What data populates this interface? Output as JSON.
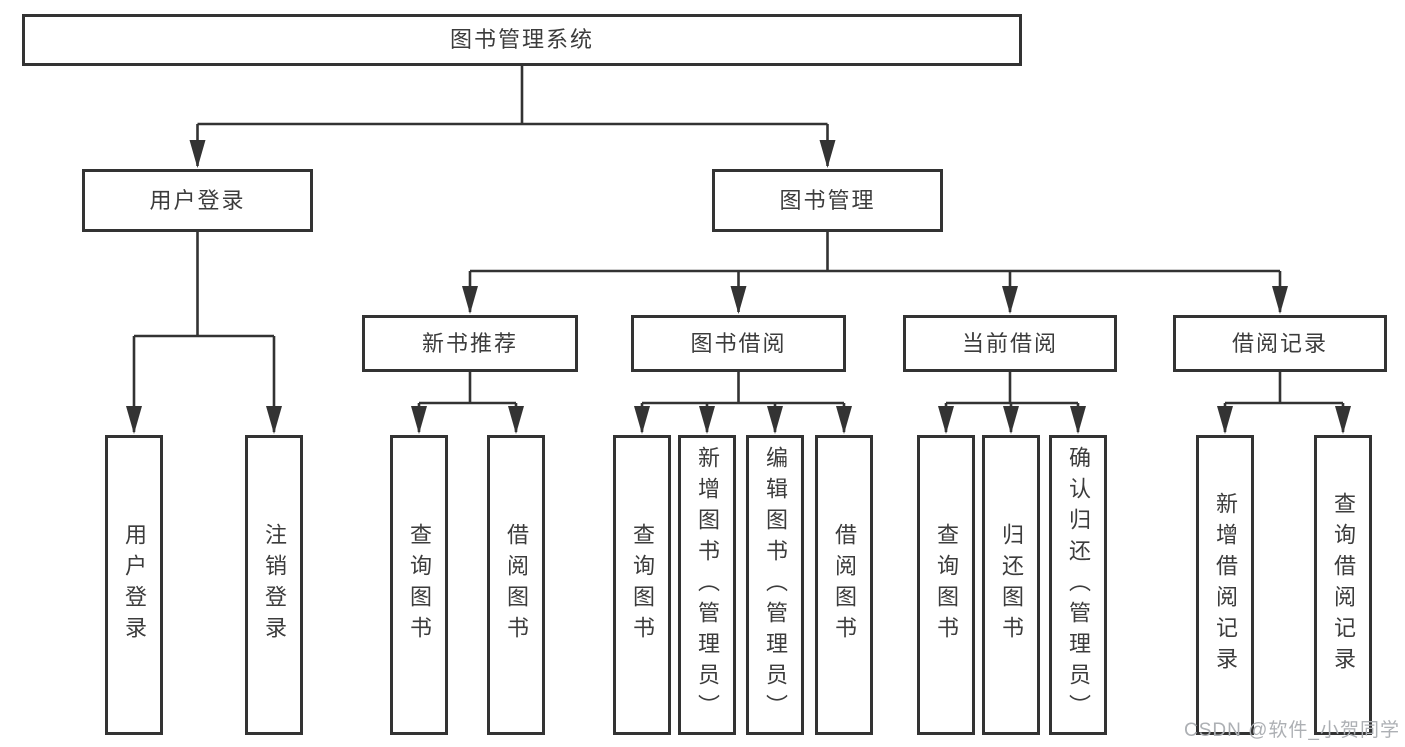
{
  "colors": {
    "line": "#333333",
    "text": "#3c3c3c",
    "background": "#ffffff",
    "watermark": "#adb0b4"
  },
  "watermark": "CSDN @软件_小贺同学",
  "tree": {
    "root": "图书管理系统",
    "branches": [
      {
        "label": "用户登录",
        "children": [
          "用户登录",
          "注销登录"
        ]
      },
      {
        "label": "图书管理",
        "children": [
          {
            "label": "新书推荐",
            "children": [
              "查询图书",
              "借阅图书"
            ]
          },
          {
            "label": "图书借阅",
            "children": [
              "查询图书",
              "新增图书（管理员）",
              "编辑图书（管理员）",
              "借阅图书"
            ]
          },
          {
            "label": "当前借阅",
            "children": [
              "查询图书",
              "归还图书",
              "确认归还（管理员）"
            ]
          },
          {
            "label": "借阅记录",
            "children": [
              "新增借阅记录",
              "查询借阅记录"
            ]
          }
        ]
      }
    ]
  }
}
